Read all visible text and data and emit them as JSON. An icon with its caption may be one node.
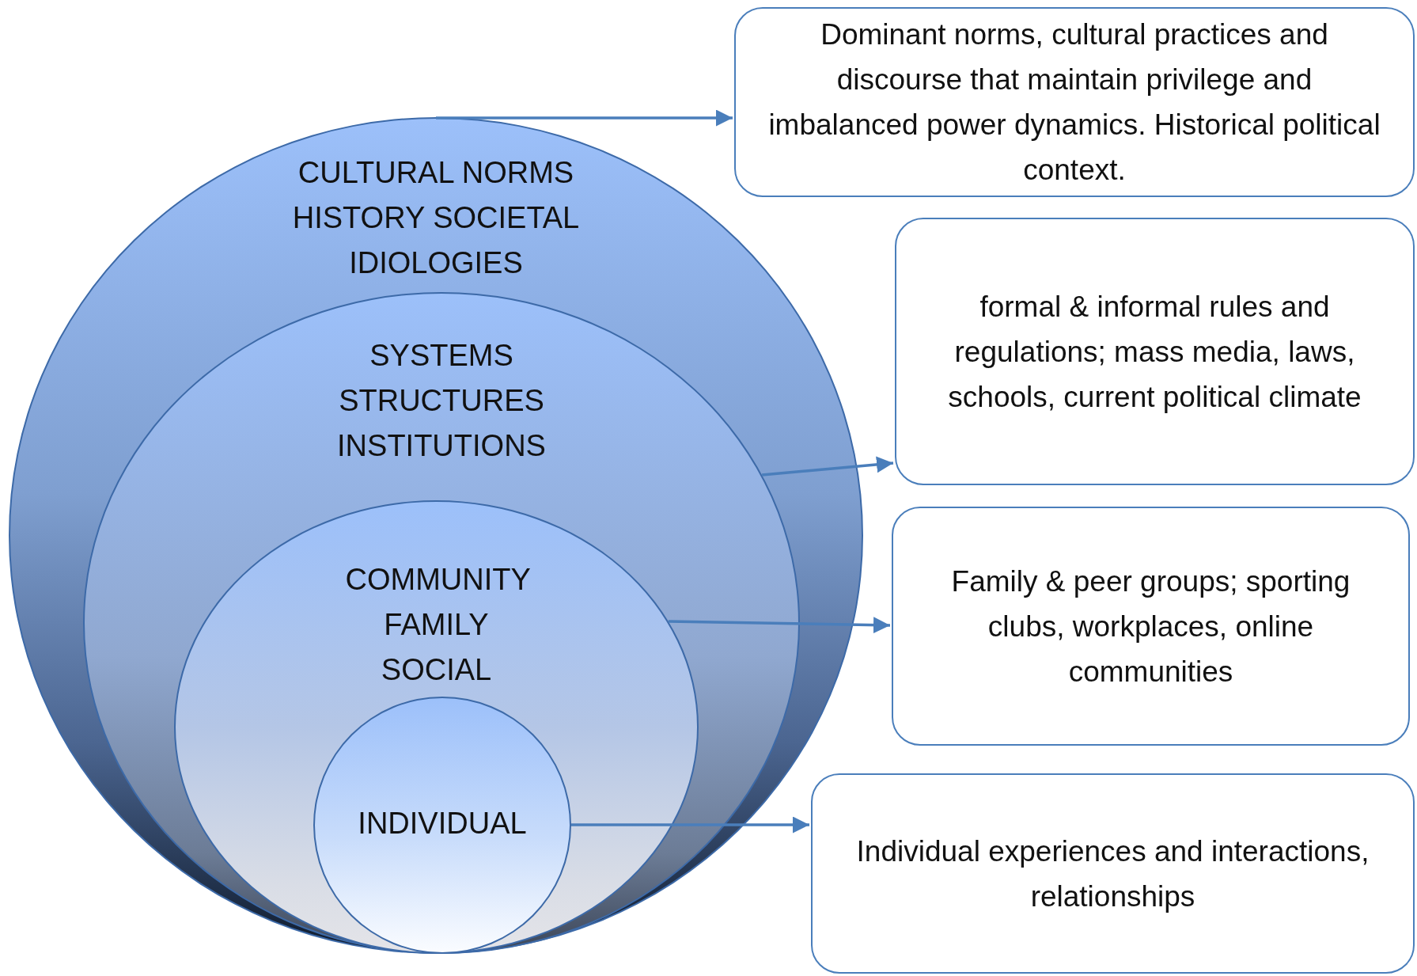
{
  "diagram": {
    "nodes": [
      {
        "text": [
          "CULTURAL NORMS HISTORY SOCIETAL IDIOLOGIES"
        ]
      },
      {
        "text": [
          "SYSTEMS STRUCTURES INSTITUTIONS"
        ],
        "in": 0
      },
      {
        "text": [
          "COMMUNITY FAMILY SOCIAL"
        ],
        "in": 1
      },
      {
        "text": [
          "INDIVIDUAL"
        ],
        "in": 2
      },
      {
        "text": [
          "Dominant norms, cultural practices and discourse that maintain privilege and imbalanced power dynamics. Historical political context."
        ]
      },
      {
        "text": [
          "formal & informal rules and regulations; mass media, laws, schools, current political climate"
        ]
      },
      {
        "text": [
          "Family & peer groups; sporting clubs, workplaces, online communities"
        ]
      },
      {
        "text": [
          "Individual experiences and interactions, relationships"
        ]
      }
    ],
    "edges": [
      {
        "from": 0,
        "to": 4,
        "arrow": "to"
      },
      {
        "from": 1,
        "to": 5,
        "arrow": "to"
      },
      {
        "from": 2,
        "to": 6,
        "arrow": "to"
      },
      {
        "from": 3,
        "to": 7,
        "arrow": "to"
      }
    ]
  }
}
